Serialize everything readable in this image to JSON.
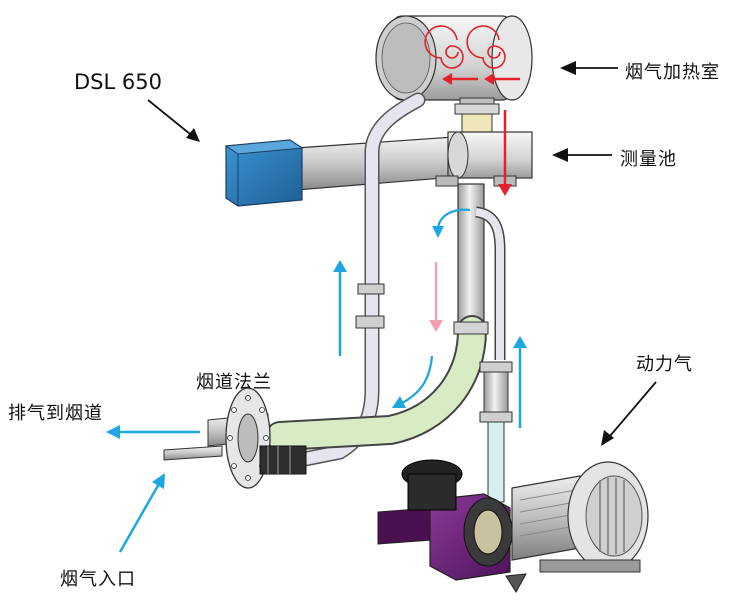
{
  "labels": {
    "dsl": "DSL 650",
    "heating_chamber": "烟气加热室",
    "measuring_cell": "测量池",
    "flue_flange": "烟道法兰",
    "exhaust_to_flue": "排气到烟道",
    "motive_gas": "动力气",
    "flue_gas_inlet": "烟气入口"
  },
  "colors": {
    "flow_red": "#e5212b",
    "flow_blue": "#1da6e0",
    "flow_pink": "#f2a0b0",
    "analyzer_blue": "#2c7fc0",
    "pump_purple": "#6d1f7a",
    "sample_hose_green": "#d7ecc4",
    "leader_black": "#111111"
  },
  "icons": [
    "flow-arrow-red",
    "flow-arrow-blue",
    "leader-arrow-black",
    "spiral-heater-coil"
  ]
}
